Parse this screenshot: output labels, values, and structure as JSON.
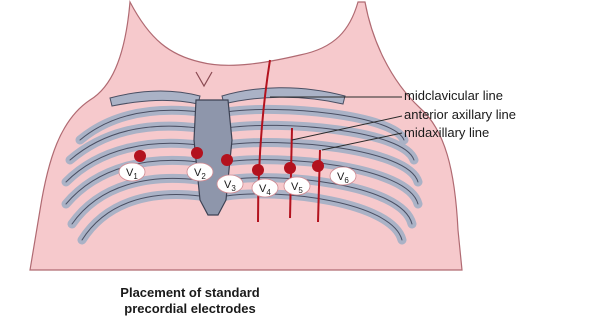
{
  "labels": {
    "midclavicular": "midclavicular line",
    "anterior_axillary": "anterior axillary line",
    "midaxillary": "midaxillary line"
  },
  "caption": {
    "line1": "Placement of standard",
    "line2": "precordial electrodes"
  },
  "electrodes": [
    {
      "name": "V1",
      "letter": "V",
      "sub": "1"
    },
    {
      "name": "V2",
      "letter": "V",
      "sub": "2"
    },
    {
      "name": "V3",
      "letter": "V",
      "sub": "3"
    },
    {
      "name": "V4",
      "letter": "V",
      "sub": "4"
    },
    {
      "name": "V5",
      "letter": "V",
      "sub": "5"
    },
    {
      "name": "V6",
      "letter": "V",
      "sub": "6"
    }
  ],
  "colors": {
    "skin": "#f6c9cc",
    "skin_outline": "#b06a72",
    "bone": "#aab2c6",
    "bone_outline": "#4a4f63",
    "electrode": "#b3121e",
    "reference_line": "#b3121e"
  }
}
